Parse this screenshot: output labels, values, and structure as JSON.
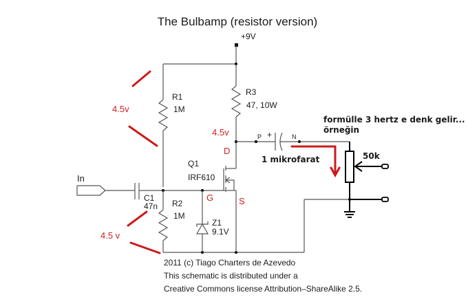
{
  "title": "The Bulbamp (resistor version)",
  "supply": "+9V",
  "input_label": "In",
  "components": {
    "R1": {
      "name": "R1",
      "value": "1M"
    },
    "R2": {
      "name": "R2",
      "value": "1M"
    },
    "R3": {
      "name": "R3",
      "value": "47, 10W"
    },
    "C1": {
      "name": "C1",
      "value": "47n"
    },
    "Q1": {
      "name": "Q1",
      "value": "IRF610"
    },
    "Z1": {
      "name": "Z1",
      "value": "9.1V"
    },
    "pot": {
      "value": "50k"
    }
  },
  "cap_pins": {
    "p": "P",
    "n": "N",
    "plus": "+"
  },
  "pins": {
    "d": "D",
    "g": "G",
    "s": "S"
  },
  "annotations": {
    "v_r1": "4.5v",
    "v_r2": "4.5 v",
    "v_drain": "4.5v",
    "cap_note": "1 mikrofarat",
    "formula_line1": "formülle 3 hertz e denk gelir...",
    "formula_line2": "örneğin"
  },
  "footer": {
    "line1": "2011 (c) Tiago Charters de Azevedo",
    "line2": "This schematic is distributed under a",
    "line3": "Creative Commons license Attribution–ShareAlike 2.5."
  }
}
